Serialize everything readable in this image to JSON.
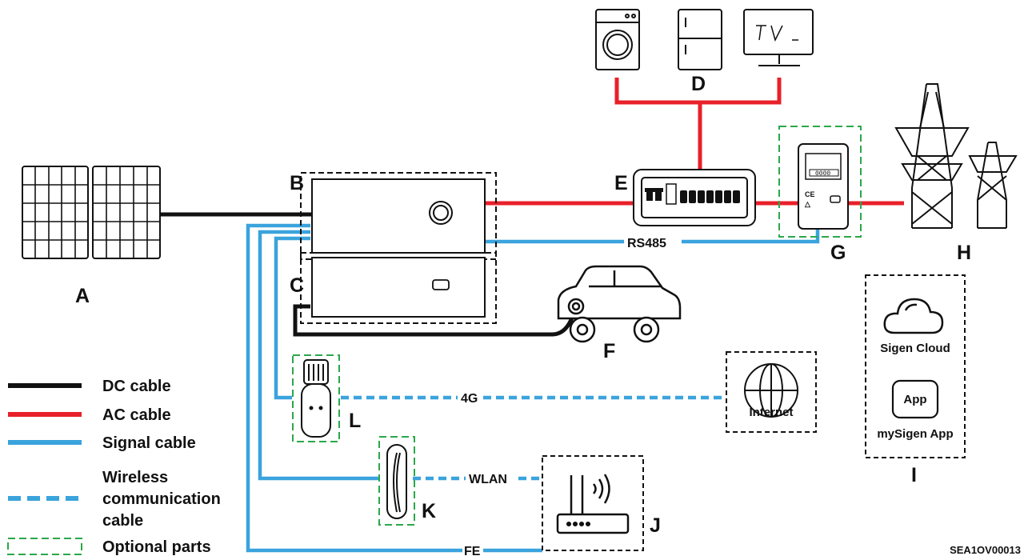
{
  "labels": {
    "a": "A",
    "b": "B",
    "c": "C",
    "d": "D",
    "e": "E",
    "f": "F",
    "g": "G",
    "h": "H",
    "i": "I",
    "j": "J",
    "k": "K",
    "l": "L"
  },
  "cable_tags": {
    "rs485": "RS485",
    "fourg": "4G",
    "wlan": "WLAN",
    "fe": "FE"
  },
  "devices": {
    "internet": "Internet",
    "sigen_cloud": "Sigen Cloud",
    "app_icon": "App",
    "mysigen_app": "mySigen App",
    "meter_reading": "0000",
    "tv_text": "TV"
  },
  "legend": {
    "dc": "DC cable",
    "ac": "AC cable",
    "signal": "Signal cable",
    "wireless_line1": "Wireless",
    "wireless_line2": "communication",
    "wireless_line3": "cable",
    "optional": "Optional parts"
  },
  "footer_code": "SEA1OV00013",
  "colors": {
    "dc": "#111111",
    "ac": "#e8202a",
    "signal": "#3aa3dc",
    "optional": "#2aa84a"
  }
}
